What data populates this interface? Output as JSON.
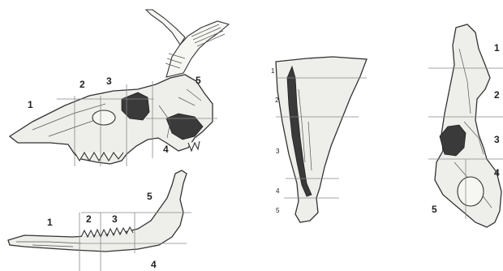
{
  "skull": {
    "labels": [
      "1",
      "2",
      "3",
      "4",
      "5"
    ]
  },
  "mandible": {
    "labels": [
      "1",
      "2",
      "3",
      "4",
      "5"
    ]
  },
  "scapula": {
    "labels": [
      "1",
      "2",
      "3",
      "4",
      "5"
    ]
  },
  "pelvis": {
    "labels": [
      "1",
      "2",
      "3",
      "4",
      "5"
    ]
  }
}
